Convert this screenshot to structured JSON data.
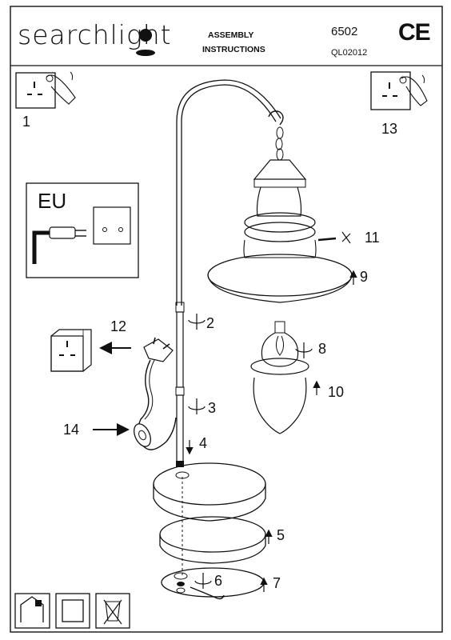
{
  "header": {
    "brand": "searchlight",
    "title_line1": "ASSEMBLY",
    "title_line2": "INSTRUCTIONS",
    "model": "6502",
    "doc_code": "QL02012",
    "ce_mark": "CE"
  },
  "eu_label": "EU",
  "steps": [
    "1",
    "2",
    "3",
    "4",
    "5",
    "6",
    "7",
    "8",
    "9",
    "10",
    "11",
    "12",
    "13",
    "14"
  ],
  "icons": {
    "step1": "socket-switch-hand-icon",
    "step13": "socket-switch-hand-icon",
    "step12": "uk-socket-icon",
    "eu": "eu-plug-socket-icon",
    "footer1": "indoor-use-icon",
    "footer2": "double-insulated-class-ii-icon",
    "footer3": "weee-crossed-bin-icon"
  }
}
